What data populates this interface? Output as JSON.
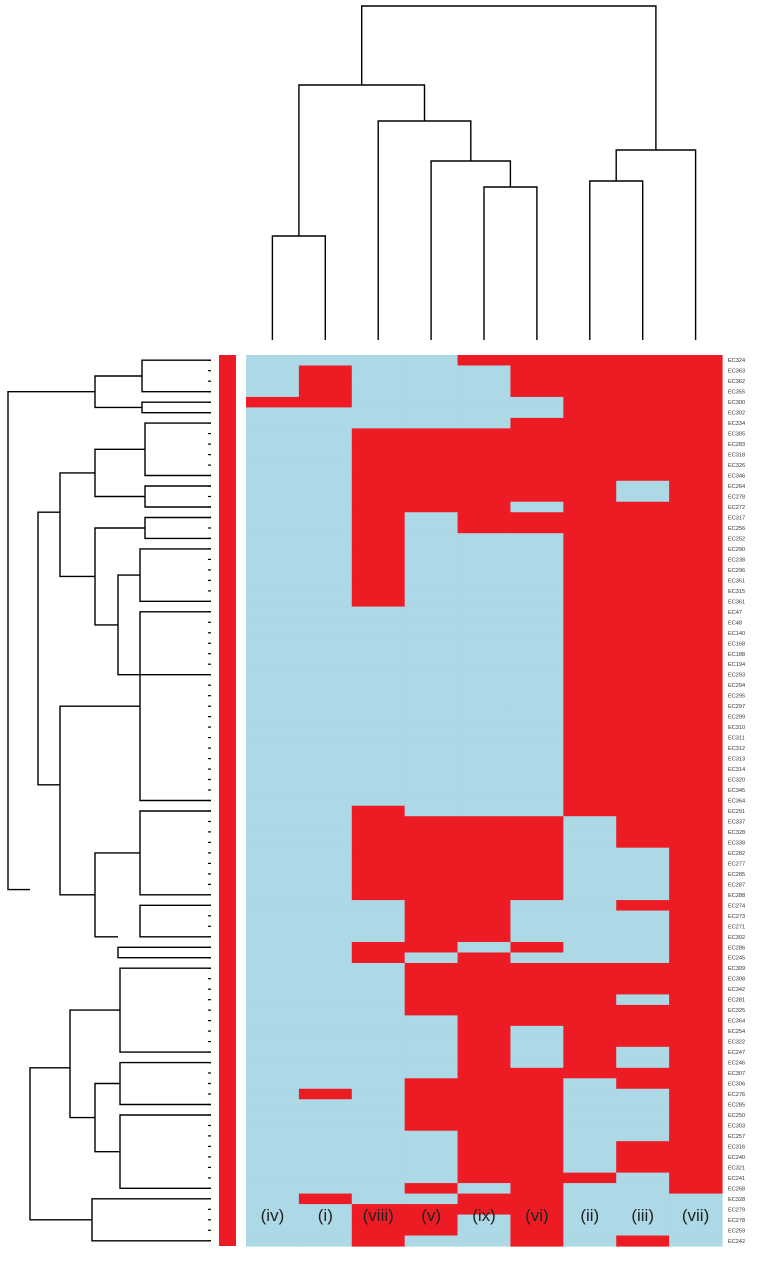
{
  "chart_data": {
    "type": "heatmap",
    "title": "",
    "xlabel": "",
    "ylabel": "",
    "colors": {
      "present": "#ed1c24",
      "absent": "#add8e6",
      "line": "#000000",
      "side_bar": "#ed1c24"
    },
    "legend": "none",
    "columns": [
      "(iv)",
      "(i)",
      "(viii)",
      "(v)",
      "(ix)",
      "(vi)",
      "(ii)",
      "(iii)",
      "(vii)"
    ],
    "rows": [
      "EC324",
      "EC363",
      "EC362",
      "EC355",
      "EC300",
      "EC302",
      "EC334",
      "EC305",
      "EC283",
      "EC318",
      "EC326",
      "EC346",
      "EC264",
      "EC278",
      "EC272",
      "EC317",
      "EC256",
      "EC252",
      "EC290",
      "EC238",
      "EC296",
      "EC351",
      "EC315",
      "EC361",
      "EC47",
      "EC48",
      "EC140",
      "EC168",
      "EC188",
      "EC194",
      "EC293",
      "EC294",
      "EC295",
      "EC297",
      "EC299",
      "EC310",
      "EC311",
      "EC312",
      "EC313",
      "EC314",
      "EC320",
      "EC345",
      "EC364",
      "EC291",
      "EC337",
      "EC328",
      "EC338",
      "EC282",
      "EC277",
      "EC285",
      "EC287",
      "EC288",
      "EC274",
      "EC273",
      "EC271",
      "EC302",
      "EC286",
      "EC245",
      "EC309",
      "EC308",
      "EC342",
      "EC281",
      "EC325",
      "EC364",
      "EC254",
      "EC322",
      "EC247",
      "EC246",
      "EC307",
      "EC306",
      "EC276",
      "EC285",
      "EC250",
      "EC303",
      "EC257",
      "EC316",
      "EC240",
      "EC321",
      "EC241",
      "EC268",
      "EC328",
      "EC279",
      "EC278",
      "EC259",
      "EC242"
    ],
    "values": [
      [
        0,
        0,
        0,
        0,
        1,
        1,
        1,
        1,
        1
      ],
      [
        0,
        1,
        0,
        0,
        0,
        1,
        1,
        1,
        1
      ],
      [
        0,
        1,
        0,
        0,
        0,
        1,
        1,
        1,
        1
      ],
      [
        0,
        1,
        0,
        0,
        0,
        1,
        1,
        1,
        1
      ],
      [
        1,
        1,
        0,
        0,
        0,
        0,
        1,
        1,
        1
      ],
      [
        0,
        0,
        0,
        0,
        0,
        0,
        1,
        1,
        1
      ],
      [
        0,
        0,
        0,
        0,
        0,
        1,
        1,
        1,
        1
      ],
      [
        0,
        0,
        1,
        1,
        1,
        1,
        1,
        1,
        1
      ],
      [
        0,
        0,
        1,
        1,
        1,
        1,
        1,
        1,
        1
      ],
      [
        0,
        0,
        1,
        1,
        1,
        1,
        1,
        1,
        1
      ],
      [
        0,
        0,
        1,
        1,
        1,
        1,
        1,
        1,
        1
      ],
      [
        0,
        0,
        1,
        1,
        1,
        1,
        1,
        1,
        1
      ],
      [
        0,
        0,
        1,
        1,
        1,
        1,
        1,
        0,
        1
      ],
      [
        0,
        0,
        1,
        1,
        1,
        1,
        1,
        0,
        1
      ],
      [
        0,
        0,
        1,
        1,
        1,
        0,
        1,
        1,
        1
      ],
      [
        0,
        0,
        1,
        0,
        1,
        1,
        1,
        1,
        1
      ],
      [
        0,
        0,
        1,
        0,
        1,
        1,
        1,
        1,
        1
      ],
      [
        0,
        0,
        1,
        0,
        0,
        0,
        1,
        1,
        1
      ],
      [
        0,
        0,
        1,
        0,
        0,
        0,
        1,
        1,
        1
      ],
      [
        0,
        0,
        1,
        0,
        0,
        0,
        1,
        1,
        1
      ],
      [
        0,
        0,
        1,
        0,
        0,
        0,
        1,
        1,
        1
      ],
      [
        0,
        0,
        1,
        0,
        0,
        0,
        1,
        1,
        1
      ],
      [
        0,
        0,
        1,
        0,
        0,
        0,
        1,
        1,
        1
      ],
      [
        0,
        0,
        1,
        0,
        0,
        0,
        1,
        1,
        1
      ],
      [
        0,
        0,
        0,
        0,
        0,
        0,
        1,
        1,
        1
      ],
      [
        0,
        0,
        0,
        0,
        0,
        0,
        1,
        1,
        1
      ],
      [
        0,
        0,
        0,
        0,
        0,
        0,
        1,
        1,
        1
      ],
      [
        0,
        0,
        0,
        0,
        0,
        0,
        1,
        1,
        1
      ],
      [
        0,
        0,
        0,
        0,
        0,
        0,
        1,
        1,
        1
      ],
      [
        0,
        0,
        0,
        0,
        0,
        0,
        1,
        1,
        1
      ],
      [
        0,
        0,
        0,
        0,
        0,
        0,
        1,
        1,
        1
      ],
      [
        0,
        0,
        0,
        0,
        0,
        0,
        1,
        1,
        1
      ],
      [
        0,
        0,
        0,
        0,
        0,
        0,
        1,
        1,
        1
      ],
      [
        0,
        0,
        0,
        0,
        0,
        0,
        1,
        1,
        1
      ],
      [
        0,
        0,
        0,
        0,
        0,
        0,
        1,
        1,
        1
      ],
      [
        0,
        0,
        0,
        0,
        0,
        0,
        1,
        1,
        1
      ],
      [
        0,
        0,
        0,
        0,
        0,
        0,
        1,
        1,
        1
      ],
      [
        0,
        0,
        0,
        0,
        0,
        0,
        1,
        1,
        1
      ],
      [
        0,
        0,
        0,
        0,
        0,
        0,
        1,
        1,
        1
      ],
      [
        0,
        0,
        0,
        0,
        0,
        0,
        1,
        1,
        1
      ],
      [
        0,
        0,
        0,
        0,
        0,
        0,
        1,
        1,
        1
      ],
      [
        0,
        0,
        0,
        0,
        0,
        0,
        1,
        1,
        1
      ],
      [
        0,
        0,
        0,
        0,
        0,
        0,
        1,
        1,
        1
      ],
      [
        0,
        0,
        1,
        0,
        0,
        0,
        1,
        1,
        1
      ],
      [
        0,
        0,
        1,
        1,
        1,
        1,
        0,
        1,
        1
      ],
      [
        0,
        0,
        1,
        1,
        1,
        1,
        0,
        1,
        1
      ],
      [
        0,
        0,
        1,
        1,
        1,
        1,
        0,
        1,
        1
      ],
      [
        0,
        0,
        1,
        1,
        1,
        1,
        0,
        0,
        1
      ],
      [
        0,
        0,
        1,
        1,
        1,
        1,
        0,
        0,
        1
      ],
      [
        0,
        0,
        1,
        1,
        1,
        1,
        0,
        0,
        1
      ],
      [
        0,
        0,
        1,
        1,
        1,
        1,
        0,
        0,
        1
      ],
      [
        0,
        0,
        1,
        1,
        1,
        1,
        0,
        0,
        1
      ],
      [
        0,
        0,
        0,
        1,
        1,
        0,
        0,
        1,
        1
      ],
      [
        0,
        0,
        0,
        1,
        1,
        0,
        0,
        0,
        1
      ],
      [
        0,
        0,
        0,
        1,
        1,
        0,
        0,
        0,
        1
      ],
      [
        0,
        0,
        0,
        1,
        1,
        0,
        0,
        0,
        1
      ],
      [
        0,
        0,
        1,
        1,
        0,
        1,
        0,
        0,
        1
      ],
      [
        0,
        0,
        1,
        0,
        1,
        0,
        0,
        0,
        1
      ],
      [
        0,
        0,
        0,
        1,
        1,
        1,
        1,
        1,
        1
      ],
      [
        0,
        0,
        0,
        1,
        1,
        1,
        1,
        1,
        1
      ],
      [
        0,
        0,
        0,
        1,
        1,
        1,
        1,
        1,
        1
      ],
      [
        0,
        0,
        0,
        1,
        1,
        1,
        1,
        0,
        1
      ],
      [
        0,
        0,
        0,
        1,
        1,
        1,
        1,
        1,
        1
      ],
      [
        0,
        0,
        0,
        0,
        1,
        1,
        1,
        1,
        1
      ],
      [
        0,
        0,
        0,
        0,
        1,
        0,
        1,
        1,
        1
      ],
      [
        0,
        0,
        0,
        0,
        1,
        0,
        1,
        1,
        1
      ],
      [
        0,
        0,
        0,
        0,
        1,
        0,
        1,
        0,
        1
      ],
      [
        0,
        0,
        0,
        0,
        1,
        0,
        1,
        0,
        1
      ],
      [
        0,
        0,
        0,
        0,
        1,
        1,
        1,
        1,
        1
      ],
      [
        0,
        0,
        0,
        1,
        1,
        1,
        0,
        1,
        1
      ],
      [
        0,
        1,
        0,
        1,
        1,
        1,
        0,
        0,
        1
      ],
      [
        0,
        0,
        0,
        1,
        1,
        1,
        0,
        0,
        1
      ],
      [
        0,
        0,
        0,
        1,
        1,
        1,
        0,
        0,
        1
      ],
      [
        0,
        0,
        0,
        1,
        1,
        1,
        0,
        0,
        1
      ],
      [
        0,
        0,
        0,
        0,
        1,
        1,
        0,
        0,
        1
      ],
      [
        0,
        0,
        0,
        0,
        1,
        1,
        0,
        1,
        1
      ],
      [
        0,
        0,
        0,
        0,
        1,
        1,
        0,
        1,
        1
      ],
      [
        0,
        0,
        0,
        0,
        1,
        1,
        0,
        1,
        1
      ],
      [
        0,
        0,
        0,
        0,
        1,
        1,
        1,
        0,
        1
      ],
      [
        0,
        0,
        0,
        1,
        0,
        1,
        0,
        0,
        1
      ],
      [
        0,
        1,
        0,
        0,
        1,
        1,
        0,
        0,
        0
      ],
      [
        0,
        0,
        1,
        1,
        1,
        1,
        0,
        0,
        0
      ],
      [
        0,
        0,
        1,
        1,
        0,
        1,
        0,
        0,
        0
      ],
      [
        0,
        0,
        1,
        1,
        0,
        1,
        0,
        0,
        0
      ],
      [
        0,
        0,
        1,
        0,
        0,
        1,
        0,
        1,
        0
      ]
    ]
  }
}
